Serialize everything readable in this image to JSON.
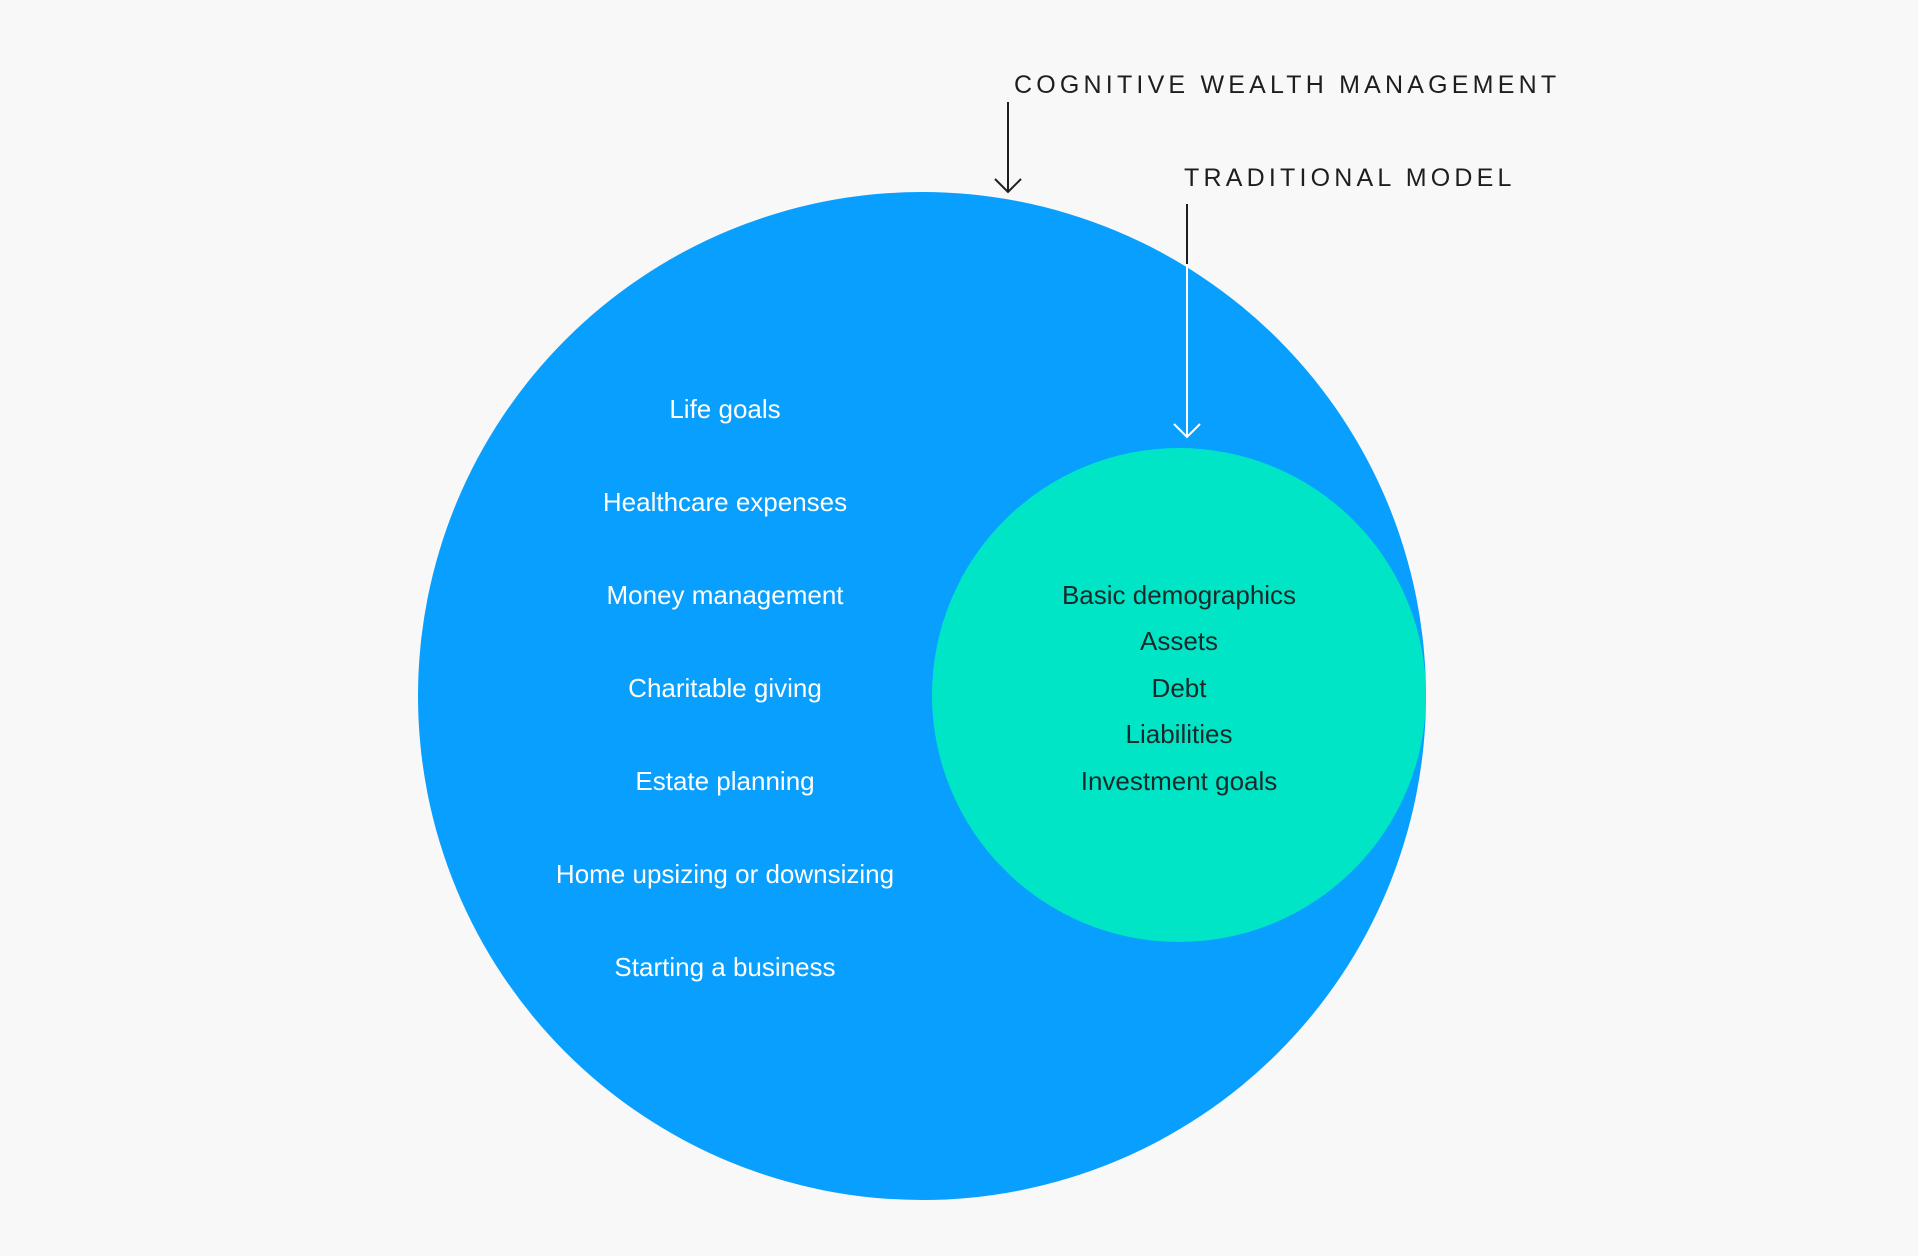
{
  "labels": {
    "outer": "COGNITIVE WEALTH MANAGEMENT",
    "inner": "TRADITIONAL MODEL"
  },
  "outer_items": [
    "Life goals",
    "Healthcare expenses",
    "Money management",
    "Charitable giving",
    "Estate planning",
    "Home upsizing or downsizing",
    "Starting a business"
  ],
  "inner_items": [
    "Basic demographics",
    "Assets",
    "Debt",
    "Liabilities",
    "Investment goals"
  ],
  "colors": {
    "outer_circle": "#089ffe",
    "inner_circle": "#00e5c6",
    "background": "#f8f8f8",
    "text_dark": "#1e1e1e"
  }
}
